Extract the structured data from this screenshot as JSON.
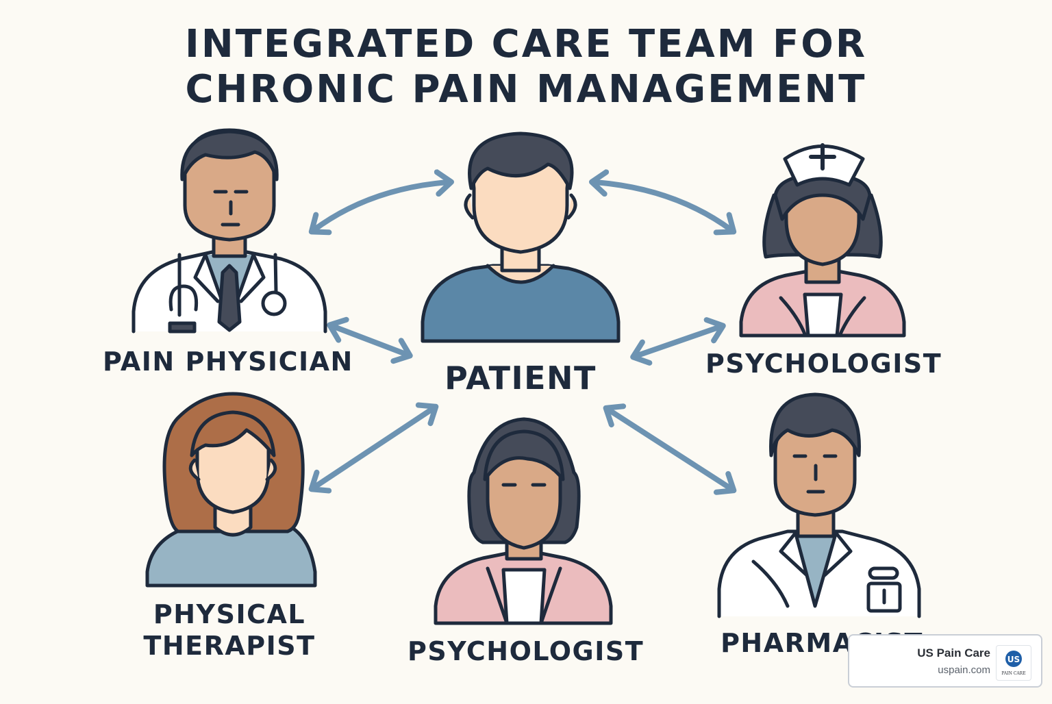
{
  "title": {
    "line1": "INTEGRATED CARE TEAM FOR",
    "line2": "CHRONIC PAIN MANAGEMENT"
  },
  "center": {
    "label": "PATIENT"
  },
  "roles": [
    {
      "id": "pain-physician",
      "label_lines": [
        "PAIN PHYSICIAN"
      ]
    },
    {
      "id": "psychologist-right",
      "label_lines": [
        "PSYCHOLOGIST"
      ]
    },
    {
      "id": "physical-therapist",
      "label_lines": [
        "PHYSICAL",
        "THERAPIST"
      ]
    },
    {
      "id": "psychologist-bottom",
      "label_lines": [
        "PSYCHOLOGIST"
      ]
    },
    {
      "id": "pharmacist",
      "label_lines": [
        "PHARMACIST"
      ]
    }
  ],
  "badge": {
    "name": "US Pain Care",
    "url": "uspain.com",
    "logo_letters": "US",
    "logo_caption": "PAIN CARE"
  },
  "colors": {
    "background": "#fcfaf4",
    "text": "#1e2a3c",
    "arrow": "#6d93b2",
    "skin_light": "#fbdcc0",
    "skin_tan": "#d9a987",
    "hair_dark": "#454b59",
    "hair_brown": "#ad6e48",
    "shirt_blue": "#5b87a7",
    "shirt_light_blue": "#97b4c4",
    "jacket_pink": "#ebbcbe",
    "white_coat": "#ffffff"
  },
  "icons": [
    "doctor-icon",
    "patient-icon",
    "nurse-icon",
    "therapist-icon",
    "psychologist-icon",
    "pharmacist-icon",
    "stethoscope-icon",
    "medicine-bottle-icon"
  ]
}
